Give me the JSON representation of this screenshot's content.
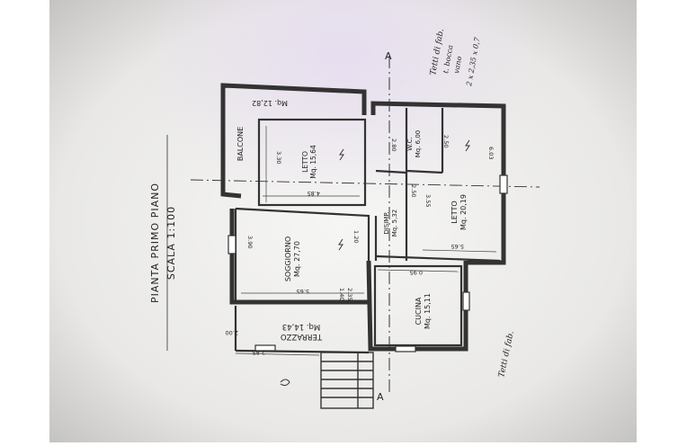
{
  "sheet": {
    "title": "PIANTA PRIMO PIANO",
    "scale_label": "SCALA 1:100"
  },
  "section_marks": {
    "a_top": "A",
    "a_bottom": "A"
  },
  "rooms": {
    "balcone": {
      "name": "BALCONE",
      "area": "Mq. 12,82"
    },
    "letto_small": {
      "name": "LETTO",
      "area": "Mq. 15,64"
    },
    "soggiorno": {
      "name": "SOGGIORNO",
      "area": "Mq. 27,70"
    },
    "disimpegno": {
      "name": "DISIMP.",
      "area": "Mq. 5,32"
    },
    "wc": {
      "name": "W.C.",
      "area": "Mq. 6,00"
    },
    "letto_large": {
      "name": "LETTO",
      "area": "Mq. 20,19"
    },
    "cucina": {
      "name": "CUCINA",
      "area": "Mq. 15,11"
    },
    "terrazzo": {
      "name": "TERRAZZO",
      "area": "Mq. 14,43"
    }
  },
  "dimensions": {
    "d1": "3.30",
    "d2": "4.85",
    "d3": "5.65",
    "d4": "3.90",
    "d5": "2.50",
    "d6": "3.55",
    "d7": "2.50",
    "d8": "6.03",
    "d9": "5.65",
    "d10": "2.85",
    "d11": "2.00",
    "d12": "0.95",
    "d13": "2.35",
    "d14": "1.40",
    "d15": "1.20",
    "d16": "2.80"
  },
  "annotations": {
    "note_top_1": "Tetti di fab.",
    "note_top_2": "t. bocca",
    "note_top_3": "vano",
    "note_top_4": "2 x 2,35 x 0,7",
    "note_bottom": "Tetti di fab."
  }
}
